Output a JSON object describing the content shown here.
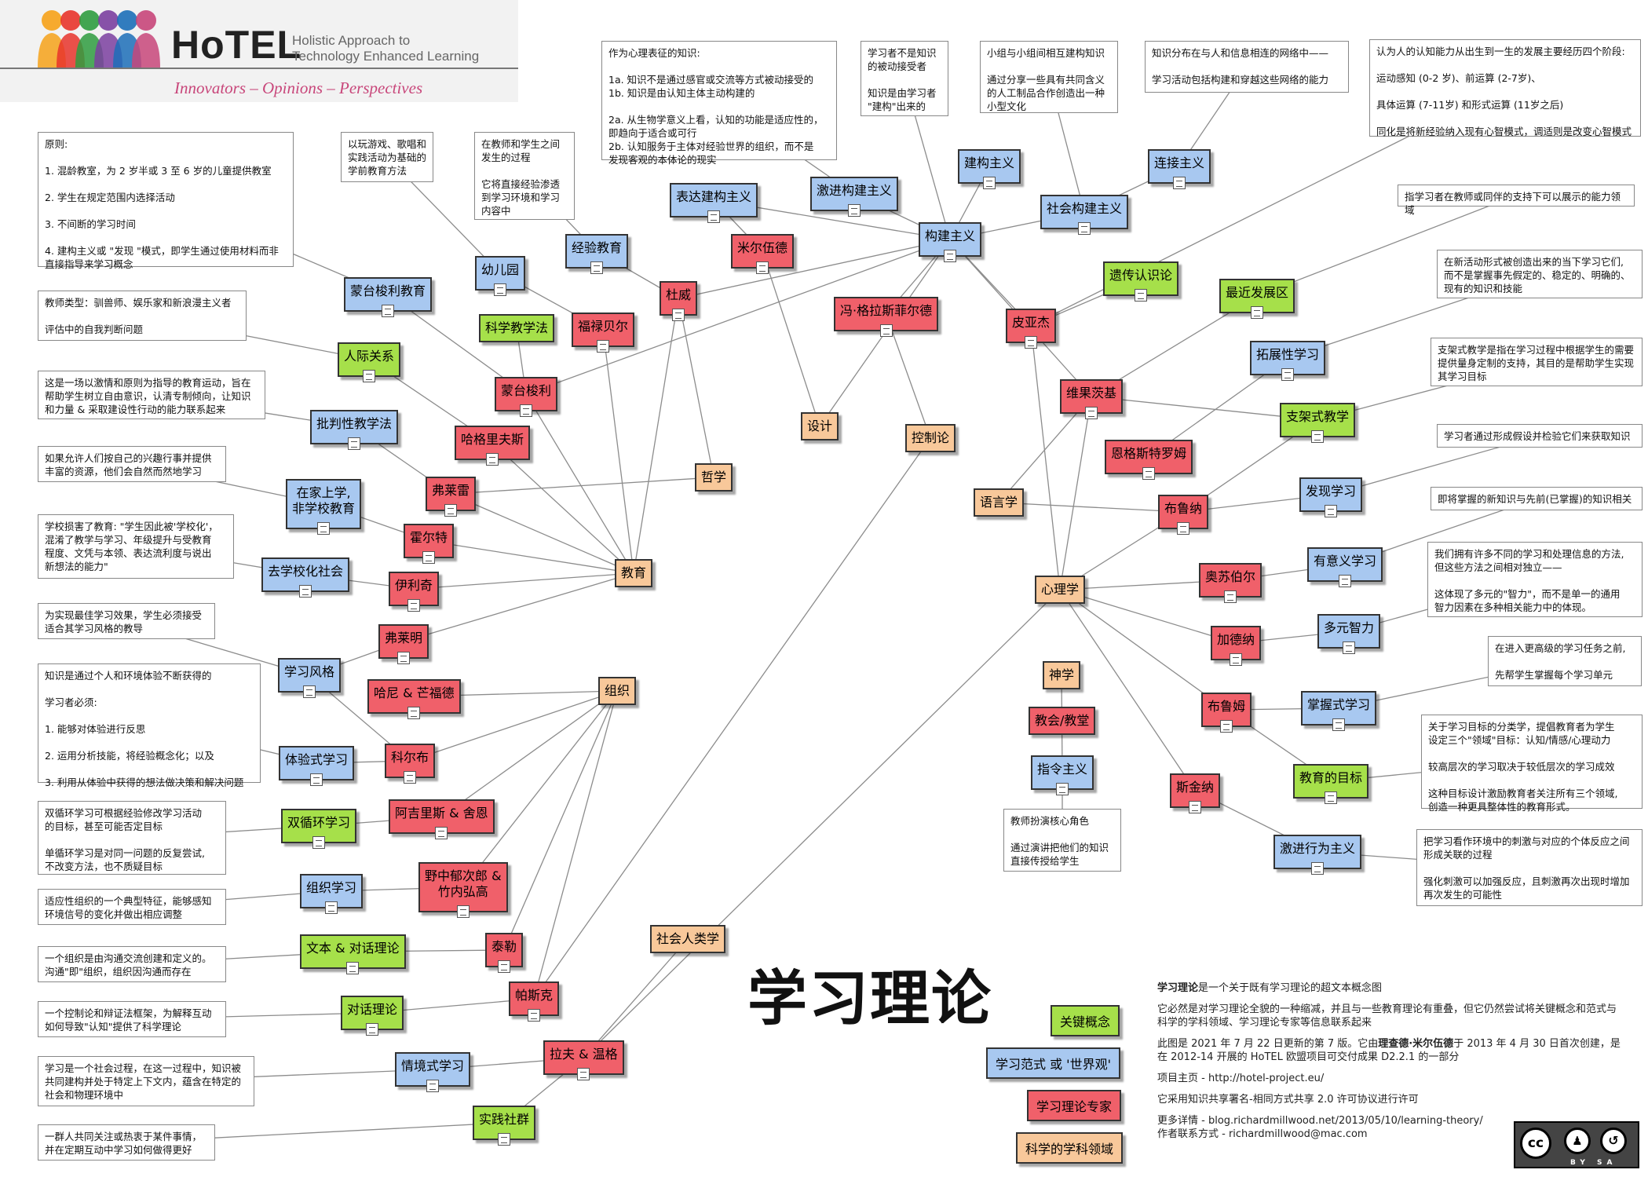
{
  "logo": {
    "title": "HoTEL",
    "subtitle_line1": "Holistic Approach to",
    "subtitle_line2": "Technology Enhanced Learning",
    "tagline": "Innovators – Opinions – Perspectives",
    "colors": [
      "#f6a21a",
      "#e8342b",
      "#2f9c3f",
      "#7b3fa0",
      "#1c6fb8",
      "#c8467a"
    ]
  },
  "title": "学习理论",
  "colors": {
    "blue": "#a8c8f0",
    "red": "#f0606a",
    "green": "#a6e04a",
    "orange": "#f8c89a",
    "line": "#8c8c8c"
  },
  "nodes": [
    {
      "id": "jiangou",
      "label": "构建主义",
      "type": "blue"
    },
    {
      "id": "jiangou2",
      "label": "建构主义",
      "type": "blue"
    },
    {
      "id": "shehui",
      "label": "社会构建主义",
      "type": "blue"
    },
    {
      "id": "lianjie",
      "label": "连接主义",
      "type": "blue"
    },
    {
      "id": "jijin",
      "label": "激进构建主义",
      "type": "blue"
    },
    {
      "id": "biaoda",
      "label": "表达建构主义",
      "type": "blue"
    },
    {
      "id": "jingyan",
      "label": "经验教育",
      "type": "blue"
    },
    {
      "id": "youer",
      "label": "幼儿园",
      "type": "blue"
    },
    {
      "id": "mengtaisuoli_jy",
      "label": "蒙台梭利教育",
      "type": "blue"
    },
    {
      "id": "pipan",
      "label": "批判性教学法",
      "type": "blue"
    },
    {
      "id": "zaijia",
      "label": "在家上学,\n非学校教育",
      "type": "blue"
    },
    {
      "id": "quxuexiao",
      "label": "去学校化社会",
      "type": "blue"
    },
    {
      "id": "xuexifengge",
      "label": "学习风格",
      "type": "blue"
    },
    {
      "id": "tiyanshi",
      "label": "体验式学习",
      "type": "blue"
    },
    {
      "id": "zuzhixuexi",
      "label": "组织学习",
      "type": "blue"
    },
    {
      "id": "qingjing",
      "label": "情境式学习",
      "type": "blue"
    },
    {
      "id": "tuozhan",
      "label": "拓展性学习",
      "type": "blue"
    },
    {
      "id": "faxian",
      "label": "发现学习",
      "type": "blue"
    },
    {
      "id": "youyiyi",
      "label": "有意义学习",
      "type": "blue"
    },
    {
      "id": "duoyuan",
      "label": "多元智力",
      "type": "blue"
    },
    {
      "id": "zhangwo",
      "label": "掌握式学习",
      "type": "blue"
    },
    {
      "id": "zhiling",
      "label": "指令主义",
      "type": "blue"
    },
    {
      "id": "jianjin",
      "label": "激进行为主义",
      "type": "blue"
    },
    {
      "id": "mierwude",
      "label": "米尔伍德",
      "type": "red"
    },
    {
      "id": "duwei",
      "label": "杜威",
      "type": "red"
    },
    {
      "id": "fulubeier",
      "label": "福禄贝尔",
      "type": "red"
    },
    {
      "id": "mengtaisuoli",
      "label": "蒙台梭利",
      "type": "red"
    },
    {
      "id": "hageli",
      "label": "哈格里夫斯",
      "type": "red"
    },
    {
      "id": "fulailei",
      "label": "弗莱雷",
      "type": "red"
    },
    {
      "id": "huoerte",
      "label": "霍尔特",
      "type": "red"
    },
    {
      "id": "yiliqi",
      "label": "伊利奇",
      "type": "red"
    },
    {
      "id": "fulaiming",
      "label": "弗莱明",
      "type": "red"
    },
    {
      "id": "hani",
      "label": "哈尼 & 芒福德",
      "type": "red"
    },
    {
      "id": "keerbu",
      "label": "科尔布",
      "type": "red"
    },
    {
      "id": "ajilisi",
      "label": "阿吉里斯 & 舍恩",
      "type": "red"
    },
    {
      "id": "yezhong",
      "label": "野中郁次郎 &\n竹内弘高",
      "type": "red"
    },
    {
      "id": "taile",
      "label": "泰勒",
      "type": "red"
    },
    {
      "id": "pasike",
      "label": "帕斯克",
      "type": "red"
    },
    {
      "id": "lafu",
      "label": "拉夫 & 温格",
      "type": "red"
    },
    {
      "id": "fengge",
      "label": "冯·格拉斯菲尔德",
      "type": "red"
    },
    {
      "id": "piyajie",
      "label": "皮亚杰",
      "type": "red"
    },
    {
      "id": "weigesiji",
      "label": "维果茨基",
      "type": "red"
    },
    {
      "id": "engesi",
      "label": "恩格斯特罗姆",
      "type": "red"
    },
    {
      "id": "bulu",
      "label": "布鲁纳",
      "type": "red"
    },
    {
      "id": "aosubo",
      "label": "奥苏伯尔",
      "type": "red"
    },
    {
      "id": "jiadena",
      "label": "加德纳",
      "type": "red"
    },
    {
      "id": "bulumu",
      "label": "布鲁姆",
      "type": "red"
    },
    {
      "id": "sijinna",
      "label": "斯金纳",
      "type": "red"
    },
    {
      "id": "jiaohui",
      "label": "教会/教堂",
      "type": "red"
    },
    {
      "id": "renji",
      "label": "人际关系",
      "type": "green"
    },
    {
      "id": "kexuejiaoxue",
      "label": "科学教学法",
      "type": "green"
    },
    {
      "id": "yichuan",
      "label": "遗传认识论",
      "type": "green"
    },
    {
      "id": "zuijin",
      "label": "最近发展区",
      "type": "green"
    },
    {
      "id": "zhijia",
      "label": "支架式教学",
      "type": "green"
    },
    {
      "id": "jiaoyumubiao",
      "label": "教育的目标",
      "type": "green"
    },
    {
      "id": "shuangxunhuan",
      "label": "双循环学习",
      "type": "green"
    },
    {
      "id": "wenben",
      "label": "文本 & 对话理论",
      "type": "green"
    },
    {
      "id": "duihua",
      "label": "对话理论",
      "type": "green"
    },
    {
      "id": "shijianshequn",
      "label": "实践社群",
      "type": "green"
    },
    {
      "id": "sheji",
      "label": "设计",
      "type": "orange"
    },
    {
      "id": "kongzhilun",
      "label": "控制论",
      "type": "orange"
    },
    {
      "id": "zhexue",
      "label": "哲学",
      "type": "orange"
    },
    {
      "id": "jiaoyu",
      "label": "教育",
      "type": "orange"
    },
    {
      "id": "zuzhi",
      "label": "组织",
      "type": "orange"
    },
    {
      "id": "yuyanxue",
      "label": "语言学",
      "type": "orange"
    },
    {
      "id": "xinlixue",
      "label": "心理学",
      "type": "orange"
    },
    {
      "id": "shenxue",
      "label": "神学",
      "type": "orange"
    },
    {
      "id": "shehuirenlei",
      "label": "社会人类学",
      "type": "orange"
    }
  ],
  "notes": [
    {
      "id": "n_xinli",
      "text": "作为心理表征的知识:\n\n1a. 知识不是通过感官或交流等方式被动接受的\n1b. 知识是由认知主体主动构建的\n\n2a. 从生物学意义上看，认知的功能是适应性的，\n即趋向于适合或可行\n2b. 认知服务于主体对经验世界的组织，而不是\n发现客观的本体论的现实"
    },
    {
      "id": "n_xuexizhe",
      "text": "学习者不是知识\n的被动接受者\n\n知识是由学习者\n\"建构\"出来的"
    },
    {
      "id": "n_xiaozu",
      "text": "小组与小组间相互建构知识\n\n通过分享一些具有共同含义\n的人工制品合作创造出一种\n小型文化"
    },
    {
      "id": "n_zhishi",
      "text": "知识分布在与人和信息相连的网络中——\n\n学习活动包括构建和穿越这些网络的能力"
    },
    {
      "id": "n_renzhi",
      "text": "认为人的认知能力从出生到一生的发展主要经历四个阶段:\n\n运动感知 (0-2 岁)、前运算 (2-7岁)、\n\n具体运算 (7-11岁) 和形式运算 (11岁之后)\n\n同化是将新经验纳入现有心智模式，调适则是改变心智模式"
    },
    {
      "id": "n_yuanze",
      "text": "原则:\n\n1. 混龄教室，为 2 岁半或 3 至 6 岁的儿童提供教室\n\n2. 学生在规定范围内选择活动\n\n3. 不间断的学习时间\n\n4. 建构主义或 \"发现 \"模式，即学生通过使用材料而非\n    直接指导来学习概念"
    },
    {
      "id": "n_youxi",
      "text": "以玩游戏、歌唱和\n实践活动为基础的\n学前教育方法"
    },
    {
      "id": "n_zaijiaoshi",
      "text": "在教师和学生之间\n发生的过程\n\n它将直接经验渗透\n到学习环境和学习\n内容中"
    },
    {
      "id": "n_jiaoshi",
      "text": "教师类型：驯兽师、娱乐家和新浪漫主义者\n\n评估中的自我判断问题"
    },
    {
      "id": "n_yundong",
      "text": "这是一场以激情和原则为指导的教育运动，旨在\n帮助学生树立自由意识，认清专制倾向，让知识\n和力量 & 采取建设性行动的能力联系起来"
    },
    {
      "id": "n_ruguo",
      "text": "如果允许人们按自己的兴趣行事并提供\n丰富的资源，他们会自然而然地学习"
    },
    {
      "id": "n_xuexiao",
      "text": "学校损害了教育: \"学生因此被'学校化'，\n混淆了教学与学习、年级提升与受教育\n程度、文凭与本领、表达流利度与说出\n新想法的能力\""
    },
    {
      "id": "n_shixian",
      "text": "为实现最佳学习效果，学生必须接受\n适合其学习风格的教导"
    },
    {
      "id": "n_zhishitongguo",
      "text": "知识是通过个人和环境体验不断获得的\n\n学习者必须:\n\n1. 能够对体验进行反思\n\n2. 运用分析技能，将经验概念化；以及\n\n3. 利用从体验中获得的想法做决策和解决问题"
    },
    {
      "id": "n_shuang",
      "text": "双循环学习可根据经验修改学习活动\n的目标，甚至可能否定目标\n\n单循环学习是对同一问题的反复尝试,\n不改变方法，也不质疑目标"
    },
    {
      "id": "n_shiying",
      "text": "适应性组织的一个典型特征，能够感知\n环境信号的变化并做出相应调整"
    },
    {
      "id": "n_zuzhishi",
      "text": "一个组织是由沟通交流创建和定义的。\n沟通\"即\"组织，组织因沟通而存在"
    },
    {
      "id": "n_kongzhi",
      "text": "一个控制论和辩证法框架，为解释互动\n如何导致\"认知\"提供了科学理论"
    },
    {
      "id": "n_shehuiguocheng",
      "text": "学习是一个社会过程，在这一过程中，知识被\n共同建构并处于特定上下文内，蕴含在特定的\n社会和物理环境中"
    },
    {
      "id": "n_yiqun",
      "text": "一群人共同关注或热衷于某件事情，\n并在定期互动中学习如何做得更好"
    },
    {
      "id": "n_zhixuexizhe",
      "text": "指学习者在教师或同伴的支持下可以展示的能力领域"
    },
    {
      "id": "n_xinhuodong",
      "text": "在新活动形式被创造出来的当下学习它们,\n而不是掌握事先假定的、稳定的、明确的、\n现有的知识和技能"
    },
    {
      "id": "n_zhijiashi",
      "text": "支架式教学是指在学习过程中根据学生的需要\n提供量身定制的支持，其目的是帮助学生实现\n其学习目标"
    },
    {
      "id": "n_xuexizhetongguo",
      "text": "学习者通过形成假设并检验它们来获取知识"
    },
    {
      "id": "n_jijiang",
      "text": "即将掌握的新知识与先前(已掌握)的知识相关"
    },
    {
      "id": "n_women",
      "text": "我们拥有许多不同的学习和处理信息的方法,\n但这些方法之间相对独立——\n\n这体现了多元的\"智力\"，而不是单一的通用\n智力因素在多种相关能力中的体现。"
    },
    {
      "id": "n_gengao",
      "text": "在进入更高级的学习任务之前,\n\n先帮学生掌握每个学习单元"
    },
    {
      "id": "n_guanyu",
      "text": "关于学习目标的分类学，提倡教育者为学生\n设定三个\"领域\"目标：认知/情感/心理动力\n\n较高层次的学习取决于较低层次的学习成效\n\n这种目标设计激励教育者关注所有三个领域,\n创造一种更具整体性的教育形式。"
    },
    {
      "id": "n_jiaoshibanyan",
      "text": "教师扮演核心角色\n\n通过演讲把他们的知识\n直接传授给学生"
    },
    {
      "id": "n_baxuexi",
      "text": "把学习看作环境中的刺激与对应的个体反应之间\n形成关联的过程\n\n强化刺激可以加强反应，且刺激再次出现时增加\n再次发生的可能性"
    }
  ],
  "legend": [
    {
      "label": "关键概念",
      "type": "green"
    },
    {
      "label": "学习范式 或 '世界观'",
      "type": "blue"
    },
    {
      "label": "学习理论专家",
      "type": "red"
    },
    {
      "label": "科学的学科领域",
      "type": "orange"
    }
  ],
  "info": {
    "p1_bold": "学习理论",
    "p1_rest": "是一个关于既有学习理论的超文本概念图",
    "p2": "它必然是对学习理论全貌的一种缩减，并且与一些教育理论有重叠，但它仍然尝试将关键概念和范式与科学的学科领域、学习理论专家等信息联系起来",
    "p3a": "此图是 2021 年 7 月 22 日更新的第 7 版。它由",
    "p3_bold": "理查德·米尔伍德",
    "p3b": "于 2013 年 4 月 30 日首次创建，是在 2012-14 开展的 HoTEL 欧盟项目可交付成果 D2.2.1 的一部分",
    "p4": "项目主页 - http://hotel-project.eu/",
    "p5": "它采用知识共享署名-相同方式共享 2.0 许可协议进行许可",
    "p6": "更多详情 - blog.richardmillwood.net/2013/05/10/learning-theory/",
    "p7": "作者联系方式 - richardmillwood@mac.com"
  },
  "license_badge": {
    "cc": "cc",
    "by": "BY",
    "sa": "SA"
  }
}
